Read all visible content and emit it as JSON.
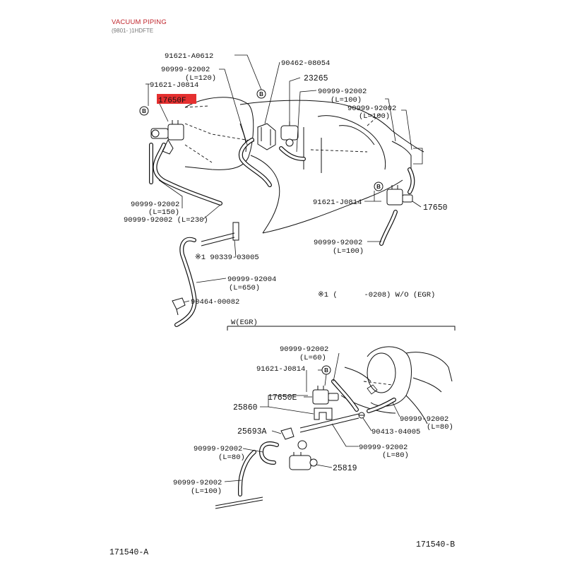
{
  "header": {
    "title": "VACUUM PIPING",
    "subtitle": "(9801- )1HDFTE"
  },
  "colors": {
    "title_red": "#c0262d",
    "highlight_red": "#e53030",
    "line_black": "#111111"
  },
  "marker_letter": "B",
  "labels": {
    "p91621_a0612": "91621-A0612",
    "p90462_08054": "90462-08054",
    "p90999_92002_top": "90999-92002",
    "p90999_l120": "(L=120)",
    "p91621_j0814_top": "91621-J0814",
    "p23265": "23265",
    "p17650f": "17650F",
    "p90999_r1": "90999-92002",
    "p90999_r1_l": "(L=100)",
    "p90999_r2": "90999-92002",
    "p90999_r2_l": "(L=100)",
    "p91621_j0814_right": "91621-J0814",
    "p17650": "17650",
    "p90999_left": "90999-92002",
    "p90999_left_l": "(L=150)",
    "p90999_l230": "90999-92002 (L=230)",
    "p90999_r3": "90999-92002",
    "p90999_r3_l": "(L=100)",
    "p90339": "※1 90339-03005",
    "p90999_92004": "90999-92004",
    "p90999_92004_l": "(L=650)",
    "p90464": "90464-00082",
    "note": "※1 (      -0208) W/O (EGR)",
    "w_egr": "W(EGR)",
    "e_90999_60": "90999-92002",
    "e_90999_60_l": "(L=60)",
    "e_91621": "91621-J0814",
    "e_17650e": "17650E",
    "e_25860": "25860",
    "e_90999_r80": "90999-92002",
    "e_90999_r80_l": "(L=80)",
    "e_90413": "90413-04005",
    "e_25693a": "25693A",
    "e_90999_m80": "90999-92002",
    "e_90999_m80_l": "(L=80)",
    "e_90999_l80": "90999-92002",
    "e_90999_l80_l": "(L=80)",
    "e_25819": "25819",
    "e_90999_l100": "90999-92002",
    "e_90999_l100_l": "(L=100)",
    "fig_a": "171540-A",
    "fig_b": "171540-B"
  }
}
